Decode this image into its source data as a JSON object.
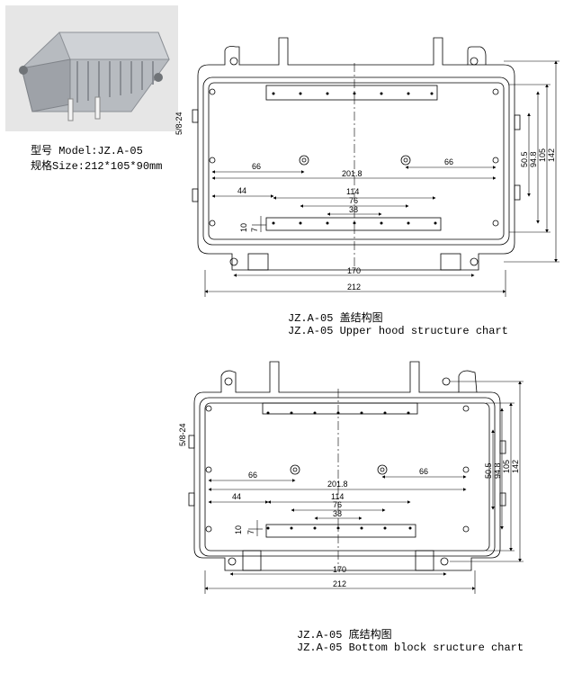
{
  "spec": {
    "model_line": "型号 Model:JZ.A-05",
    "size_line": "规格Size:212*105*90mm"
  },
  "captions": {
    "upper_cn": "JZ.A-05 盖结构图",
    "upper_en": "JZ.A-05 Upper hood structure chart",
    "bottom_cn": "JZ.A-05 底结构图",
    "bottom_en": "JZ.A-05 Bottom block sructure chart"
  },
  "dims": {
    "d_5_8_24": "5/8-24",
    "d_66_left": "66",
    "d_66_right": "66",
    "d_201_8": "201.8",
    "d_44": "44",
    "d_114": "114",
    "d_76": "76",
    "d_38": "38",
    "d_10": "10",
    "d_7": "7",
    "d_170": "170",
    "d_212": "212",
    "d_50_5": "50.5",
    "d_94_8": "94.8",
    "d_105": "105",
    "d_142": "142"
  },
  "colors": {
    "line": "#000000",
    "photo_bg": "#d8d8d8",
    "casting": "#a9adb2"
  }
}
